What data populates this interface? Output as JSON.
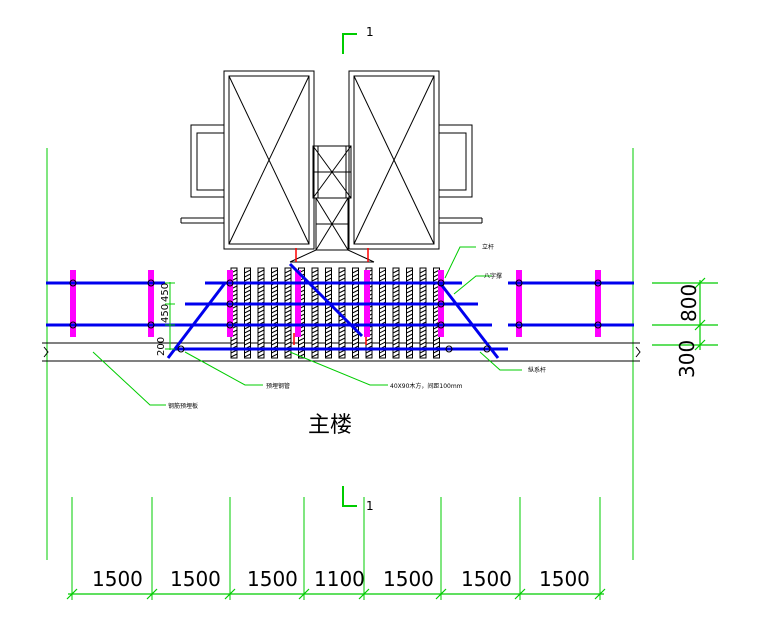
{
  "section_mark": {
    "top": "1",
    "bottom": "1"
  },
  "building_label": "主楼",
  "labels": {
    "vertical_pole": "立杆",
    "diagonal_brace": "八字撑",
    "longitudinal_bar": "纵系杆",
    "wood_square": "40X90木方，间距100mm",
    "base_anchor": "预埋钢管",
    "steel_plate": "钢筋预埋板"
  },
  "right_dims": [
    "800",
    "300"
  ],
  "left_dims": [
    "450",
    "450",
    "200"
  ],
  "bottom_dims": [
    "1500",
    "1500",
    "1500",
    "1100",
    "1500",
    "1500",
    "1500"
  ],
  "colors": {
    "line": "#000000",
    "dimension": "#00cc00",
    "beam": "#0000ee",
    "post": "#ff00ff",
    "red_mark": "#ff0000"
  }
}
